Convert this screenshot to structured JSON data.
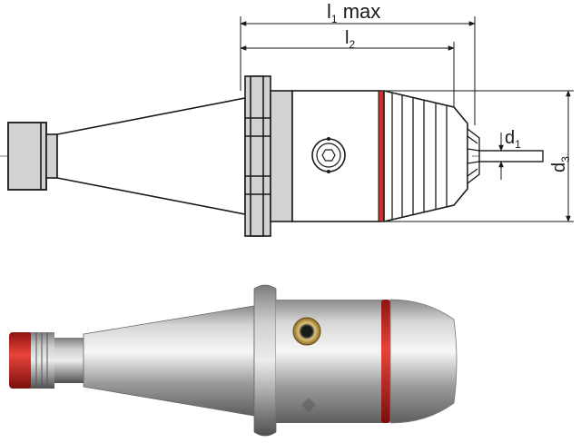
{
  "dimensions": {
    "l1": {
      "main": "l",
      "sub": "1",
      "suffix": " max"
    },
    "l2": {
      "main": "l",
      "sub": "2"
    },
    "d1": {
      "main": "d",
      "sub": "1"
    },
    "d3": {
      "main": "d",
      "sub": "3"
    }
  },
  "colors": {
    "outline": "#1a1a1a",
    "body_fill": "#d2d2d2",
    "body_light": "#e9e9e9",
    "red_ring": "#d0302a",
    "centerline": "#7a7a7a",
    "steel_dark": "#6f6f6f",
    "steel_light": "#f2f2f2",
    "brass": "#c9a24a"
  },
  "icons": {
    "drawing": "technical-side-view-drawing",
    "photo": "tool-holder-photo"
  }
}
